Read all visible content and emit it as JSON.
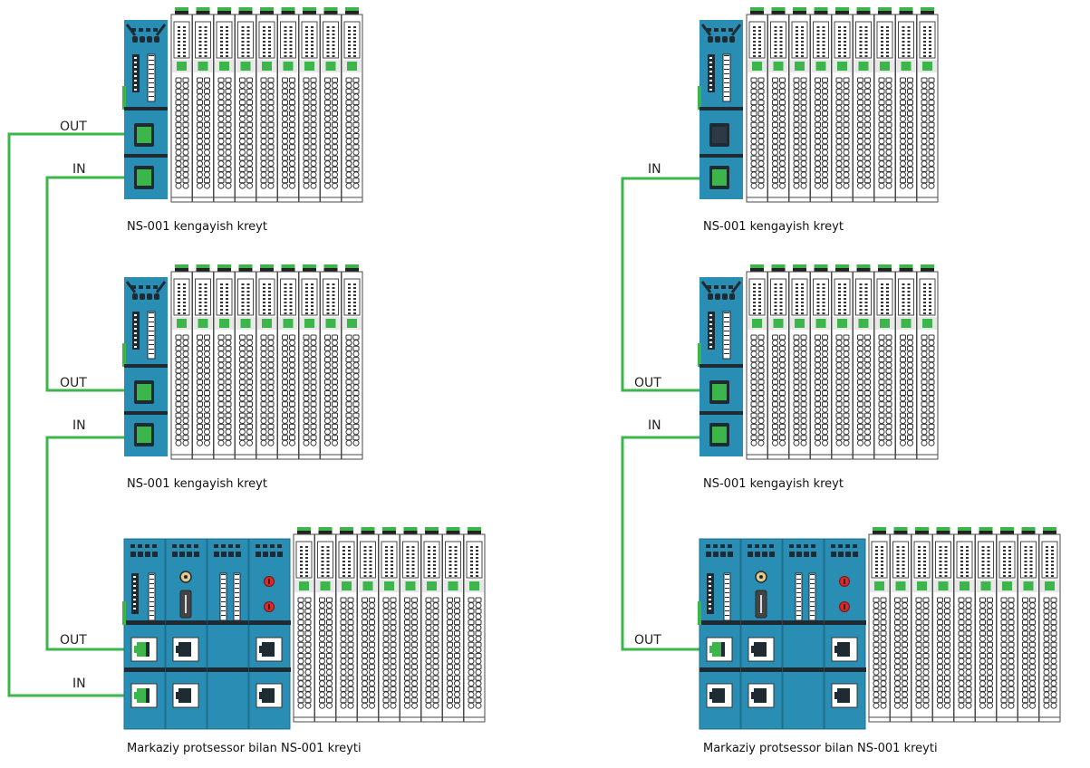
{
  "colors": {
    "module_blue": "#2a8db3",
    "module_dark": "#1f2b33",
    "wire_green": "#3cb54a",
    "io_white": "#ffffff",
    "io_outline": "#4a4a4a",
    "alarm_red": "#d52b2b"
  },
  "labels": {
    "out": "OUT",
    "in": "IN"
  },
  "racks": [
    {
      "id": "left-expansion-1",
      "type": "expansion",
      "caption": "NS-001 kengayish kreyt",
      "ports": [
        "OUT",
        "IN"
      ],
      "connected": [
        true,
        true
      ],
      "io_modules": 9
    },
    {
      "id": "left-expansion-2",
      "type": "expansion",
      "caption": "NS-001 kengayish kreyt",
      "ports": [
        "OUT",
        "IN"
      ],
      "connected": [
        true,
        true
      ],
      "io_modules": 9
    },
    {
      "id": "left-cpu",
      "type": "cpu",
      "caption": "Markaziy protsessor bilan NS-001 kreyti",
      "ports": [
        "OUT",
        "IN"
      ],
      "connected": [
        true,
        true
      ],
      "io_modules": 9
    },
    {
      "id": "right-expansion-1",
      "type": "expansion",
      "caption": "NS-001 kengayish kreyt",
      "ports": [
        "",
        "IN"
      ],
      "connected": [
        false,
        true
      ],
      "io_modules": 9
    },
    {
      "id": "right-expansion-2",
      "type": "expansion",
      "caption": "NS-001 kengayish kreyt",
      "ports": [
        "OUT",
        "IN"
      ],
      "connected": [
        true,
        true
      ],
      "io_modules": 9
    },
    {
      "id": "right-cpu",
      "type": "cpu",
      "caption": "Markaziy protsessor bilan NS-001 kreyti",
      "ports": [
        "OUT",
        ""
      ],
      "connected": [
        true,
        false
      ],
      "io_modules": 9
    }
  ],
  "connections": [
    {
      "from": "left-expansion-1.OUT",
      "to": "left-cpu.IN"
    },
    {
      "from": "left-expansion-1.IN",
      "to": "left-expansion-2.OUT"
    },
    {
      "from": "left-expansion-2.IN",
      "to": "left-cpu.OUT"
    },
    {
      "from": "right-expansion-1.IN",
      "to": "right-expansion-2.OUT"
    },
    {
      "from": "right-expansion-2.IN",
      "to": "right-cpu.OUT"
    }
  ]
}
